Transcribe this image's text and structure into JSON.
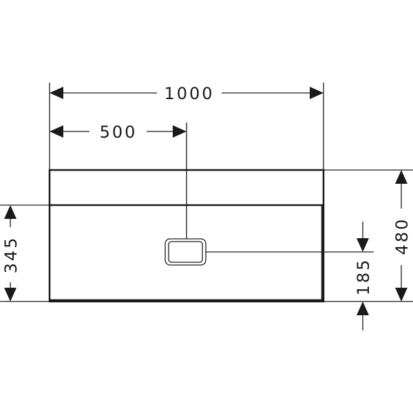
{
  "drawing": {
    "dimensions": {
      "overall_width": "1000",
      "drain_offset": "500",
      "front_height": "345",
      "drain_height": "185",
      "overall_height": "480"
    },
    "colors": {
      "line": "#1a1a1a",
      "background": "#ffffff"
    }
  }
}
